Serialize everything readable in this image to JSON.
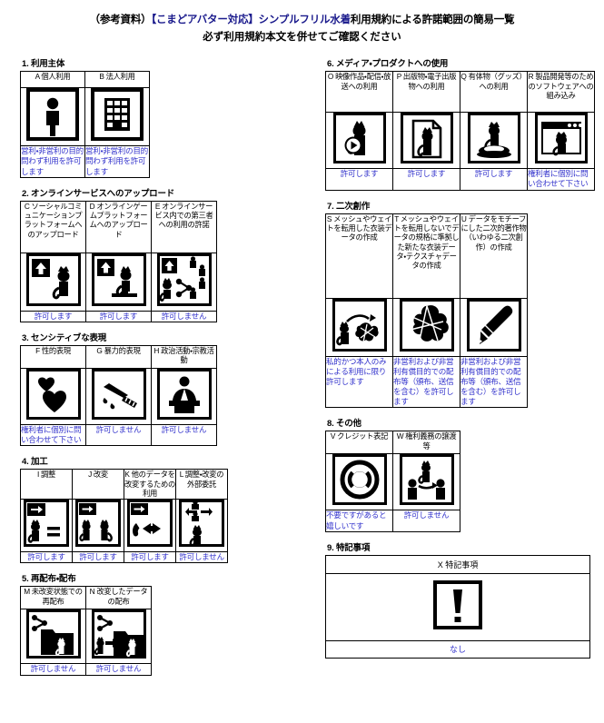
{
  "title": {
    "line1_pre": "（参考資料）",
    "line1_hl": "【こまどアバター対応】シンプルフリル水着",
    "line1_post": "利用規約による許諾範囲の簡易一覧",
    "line2": "必ず利用規約本文を併せてご確認ください"
  },
  "colors": {
    "permission_text": "#3333cc",
    "title_highlight": "#1a1a8c",
    "border": "#000000"
  },
  "sections": [
    {
      "id": "sec1",
      "heading": "1. 利用主体",
      "columns": [
        {
          "code": "A",
          "header": "A 個人利用",
          "icon": "person-icon",
          "permission": "営利・非営利の目的問わず利用を許可します"
        },
        {
          "code": "B",
          "header": "B 法人利用",
          "icon": "building-icon",
          "permission": "営利・非営利の目的問わず利用を許可します"
        }
      ]
    },
    {
      "id": "sec2",
      "heading": "2. オンラインサービスへのアップロード",
      "columns": [
        {
          "code": "C",
          "header": "C ソーシャルコミュニケーションプラットフォームへのアップロード",
          "icon": "upload-cat-icon",
          "permission": "許可します"
        },
        {
          "code": "D",
          "header": "D オンラインゲームプラットフォームへのアップロード",
          "icon": "upload-monitor-cat-icon",
          "permission": "許可します"
        },
        {
          "code": "E",
          "header": "E オンラインサービス内での第三者への利用の許諾",
          "icon": "upload-share-people-icon",
          "permission": "許可しません"
        }
      ]
    },
    {
      "id": "sec3",
      "heading": "3. センシティブな表現",
      "columns": [
        {
          "code": "F",
          "header": "F 性的表現",
          "icon": "hearts-icon",
          "permission": "権利者に個別に問い合わせて下さい"
        },
        {
          "code": "G",
          "header": "G 暴力的表現",
          "icon": "knife-icon",
          "permission": "許可しません"
        },
        {
          "code": "H",
          "header": "H 政治活動・宗教活動",
          "icon": "podium-speaker-icon",
          "permission": "許可しません"
        }
      ]
    },
    {
      "id": "sec4",
      "heading": "4. 加工",
      "columns": [
        {
          "code": "I",
          "header": "I 調整",
          "icon": "arrow-cat-equals-icon",
          "permission": "許可します"
        },
        {
          "code": "J",
          "header": "J 改変",
          "icon": "arrow-cat-cat-icon",
          "permission": "許可します"
        },
        {
          "code": "K",
          "header": "K 他のデータを改変するための利用",
          "icon": "arrow-cat-ribbon-icon",
          "permission": "許可します"
        },
        {
          "code": "L",
          "header": "L 調整・改変の外部委託",
          "icon": "handoff-cat-icon",
          "permission": "許可しません"
        }
      ]
    },
    {
      "id": "sec5",
      "heading": "5. 再配布・配布",
      "columns": [
        {
          "code": "M",
          "header": "M 未改変状態での再配布",
          "icon": "share-folder-cat-icon",
          "permission": "許可しません"
        },
        {
          "code": "N",
          "header": "N 改変したデータの配布",
          "icon": "share-folder-modified-cat-icon",
          "permission": "許可しません"
        }
      ]
    },
    {
      "id": "sec6",
      "heading": "6. メディア・プロダクトへの使用",
      "columns": [
        {
          "code": "O",
          "header": "O 映像作品・配信・放送への利用",
          "icon": "play-cat-icon",
          "permission": "許可します"
        },
        {
          "code": "P",
          "header": "P 出版物・電子出版物への利用",
          "icon": "page-cat-icon",
          "permission": "許可します"
        },
        {
          "code": "Q",
          "header": "Q 有体物（グッズ）への利用",
          "icon": "figurine-cat-icon",
          "permission": "許可します"
        },
        {
          "code": "R",
          "header": "R 製品開発等のためのソフトウェアへの組み込み",
          "icon": "window-cat-icon",
          "permission": "権利者に個別に問い合わせて下さい"
        }
      ]
    },
    {
      "id": "sec7",
      "heading": "7. 二次創作",
      "columns": [
        {
          "code": "S",
          "header": "S メッシュやウェイトを転用した衣装データの作成",
          "icon": "cat-mesh-transfer-icon",
          "permission": "私的かつ本人のみによる利用に限り許可します"
        },
        {
          "code": "T",
          "header": "T メッシュやウェイトを転用しないでデータの規格に準拠した新たな衣装データ・テクスチャデータの作成",
          "icon": "mesh-cloth-icon",
          "permission": "非営利および非営利有償目的での配布等（頒布、送信を含む）を許可します"
        },
        {
          "code": "U",
          "header": "U データをモチーフにした二次的著作物（いわゆる二次創作）の作成",
          "icon": "paintbrush-icon",
          "permission": "非営利および非営利有償目的での配布等（頒布、送信を含む）を許可します"
        }
      ]
    },
    {
      "id": "sec8",
      "heading": "8. その他",
      "columns": [
        {
          "code": "V",
          "header": "V クレジット表記",
          "icon": "copyright-icon",
          "permission": "不要ですがあると嬉しいです"
        },
        {
          "code": "W",
          "header": "W 権利義務の譲渡等",
          "icon": "rights-transfer-icon",
          "permission": "許可しません"
        }
      ]
    }
  ],
  "section9": {
    "heading": "9. 特記事項",
    "header": "X 特記事項",
    "icon": "exclamation-icon",
    "permission": "なし"
  }
}
